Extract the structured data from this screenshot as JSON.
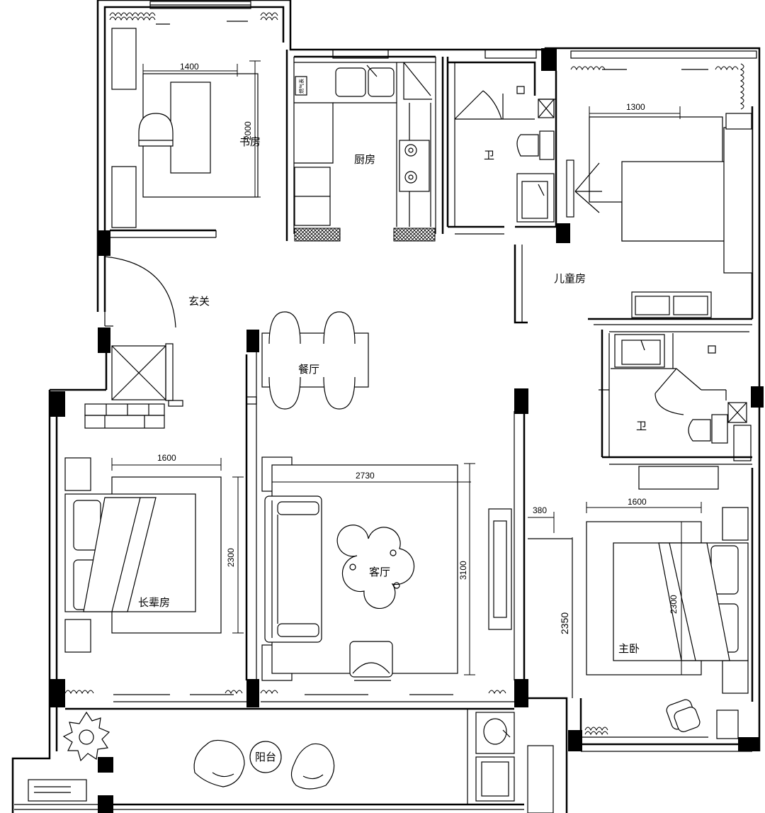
{
  "rooms": {
    "study": "书房",
    "kitchen": "厨房",
    "bath_north": "卫",
    "kids_room": "儿童房",
    "entrance": "玄关",
    "dining": "餐厅",
    "bath_east": "卫",
    "elder_room": "长辈房",
    "living": "客厅",
    "master": "主卧",
    "balcony": "阳台"
  },
  "dimensions": {
    "study_desk_width": "1400",
    "study_desk_depth": "2000",
    "kids_bed_width": "1300",
    "elder_bed_width": "1600",
    "elder_bed_length": "2300",
    "living_rug_width": "2730",
    "living_rug_depth": "3100",
    "master_gap": "380",
    "master_bed_width": "1600",
    "master_bed_length": "2300",
    "master_wall_length": "2350"
  },
  "labels": {
    "kitchen_sign": "燃气表"
  }
}
